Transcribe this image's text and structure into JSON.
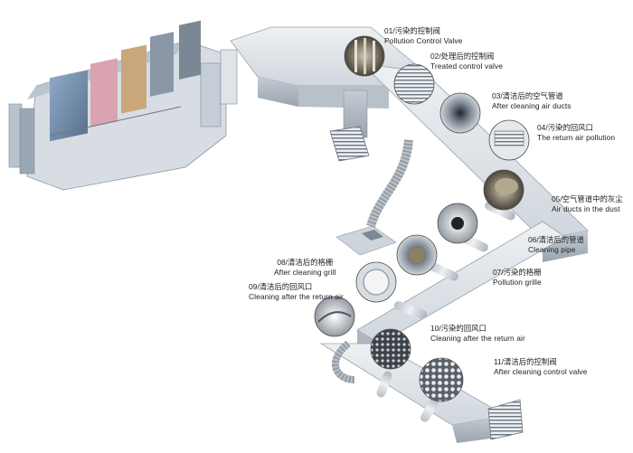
{
  "labels": [
    {
      "zh": "01/污染的控制阀",
      "en": "Pollution Control Valve"
    },
    {
      "zh": "02/处理后的控制阀",
      "en": "Treated control valve"
    },
    {
      "zh": "03/清洁后的空气管道",
      "en": "After cleaning air ducts"
    },
    {
      "zh": "04/污染的回风口",
      "en": "The return air pollution"
    },
    {
      "zh": "05/空气管道中的灰尘",
      "en": "Air ducts in the dust"
    },
    {
      "zh": "06/清洁后的管道",
      "en": "Cleaning pipe"
    },
    {
      "zh": "07/污染的格栅",
      "en": "Pollution grille"
    },
    {
      "zh": "08/清洁后的格栅",
      "en": "After cleaning grill"
    },
    {
      "zh": "09/清洁后的回风口",
      "en": "Cleaning after the return air"
    },
    {
      "zh": "10/污染的回风口",
      "en": "Cleaning after the return air"
    },
    {
      "zh": "11/清洁后的控制阀",
      "en": "After cleaning control valve"
    }
  ],
  "colors": {
    "duct_light": "#e6eaee",
    "duct_mid": "#c9d0d8",
    "duct_dark": "#a7b0ba",
    "unit_blue": "#6f8fb0",
    "unit_pink": "#d9a3b0",
    "unit_tan": "#c9a77a",
    "dust": "#8b7f66"
  }
}
